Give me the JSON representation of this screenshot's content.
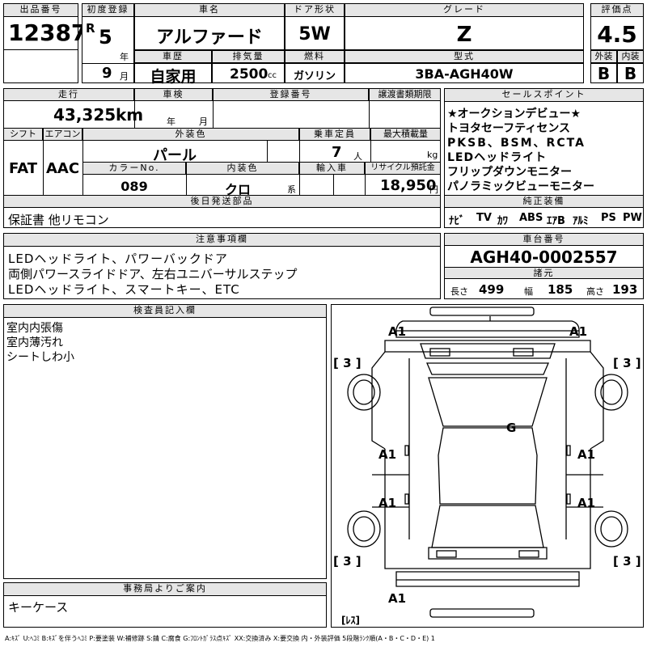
{
  "header": {
    "lot_label": "出品番号",
    "lot_no": "12387",
    "first_reg_label": "初度登録",
    "era": "R",
    "year": "5",
    "year_unit": "年",
    "month": "9",
    "month_unit": "月",
    "car_name_label": "車名",
    "car_name": "アルファード",
    "door_label": "ドア形状",
    "door": "5W",
    "grade_label": "グレード",
    "grade": "Z",
    "score_label": "評価点",
    "score": "4.5",
    "history_label": "車歴",
    "history": "自家用",
    "displacement_label": "排気量",
    "displacement": "2500",
    "displacement_unit": "cc",
    "fuel_label": "燃料",
    "fuel": "ガソリン",
    "model_label": "型式",
    "model": "3BA-AGH40W",
    "exterior_label": "外装",
    "exterior": "B",
    "interior_label": "内装",
    "interior": "B"
  },
  "row2": {
    "mileage_label": "走行",
    "mileage": "43,325",
    "mileage_unit": "km",
    "inspection_label": "車検",
    "inspection_year_unit": "年",
    "inspection_month_unit": "月",
    "registration_label": "登録番号",
    "transfer_label": "譲渡書類期限",
    "shift_label": "シフト",
    "shift": "FAT",
    "ac_label": "エアコン",
    "ac": "AAC",
    "ext_color_label": "外装色",
    "ext_color": "パール",
    "capacity_label": "乗車定員",
    "capacity": "7",
    "capacity_unit": "人",
    "max_load_label": "最大積載量",
    "max_load_unit": "kg",
    "color_no_label": "カラーNo.",
    "color_no": "089",
    "int_color_label": "内装色",
    "int_color": "クロ",
    "int_color_unit": "系",
    "import_label": "輸入車",
    "recycle_label": "リサイクル預託金",
    "recycle": "18,950",
    "recycle_unit": "円",
    "later_label": "後日発送部品",
    "later": "保証書 他リモコン"
  },
  "sales_points": {
    "label": "セールスポイント",
    "items": [
      "★オークションデビュー★",
      "トヨタセーフティセンス",
      "PKSB、BSM、RCTA",
      "LEDヘッドライト",
      "フリップダウンモニター",
      "パノラミックビューモニター"
    ]
  },
  "equipment": {
    "label": "純正装備",
    "items": [
      "ﾅﾋﾞ",
      "TV",
      "ｶﾜ",
      "ABS",
      "ｴｱB",
      "ｱﾙﾐ",
      "PS",
      "PW"
    ]
  },
  "notes": {
    "label": "注意事項欄",
    "lines": [
      "LEDヘッドライト、パワーバックドア",
      "両側パワースライドドア、左右ユニバーサルステップ",
      "LEDヘッドライト、スマートキー、ETC"
    ]
  },
  "chassis": {
    "label": "車台番号",
    "number": "AGH40-0002557",
    "dims_label": "諸元",
    "length_label": "長さ",
    "length": "499",
    "width_label": "幅",
    "width": "185",
    "height_label": "高さ",
    "height": "193"
  },
  "inspector": {
    "label": "検査員記入欄",
    "lines": [
      "室内内張傷",
      "室内薄汚れ",
      "シートしわ小"
    ]
  },
  "office": {
    "label": "事務局よりご案内",
    "text": "キーケース"
  },
  "diagram": {
    "marks": [
      "A1",
      "A1",
      "[ 3 ]",
      "[ 3 ]",
      "G",
      "A1",
      "A1",
      "A1",
      "A1",
      "[ 3 ]",
      "[ 3 ]",
      "A1",
      "[ﾚｽ]"
    ]
  },
  "legend": "A:ｷｽﾞ U:ﾍｺﾐ B:ｷｽﾞを伴うﾍｺﾐ P:要塗装 W:補修跡 S:錆 C:腐食 G:ﾌﾛﾝﾄｶﾞﾗｽ点ｷｽﾞ XX:交換済み X:要交換 内・外装評価 5段階ﾗﾝｸ順(A・B・C・D・E) 1"
}
